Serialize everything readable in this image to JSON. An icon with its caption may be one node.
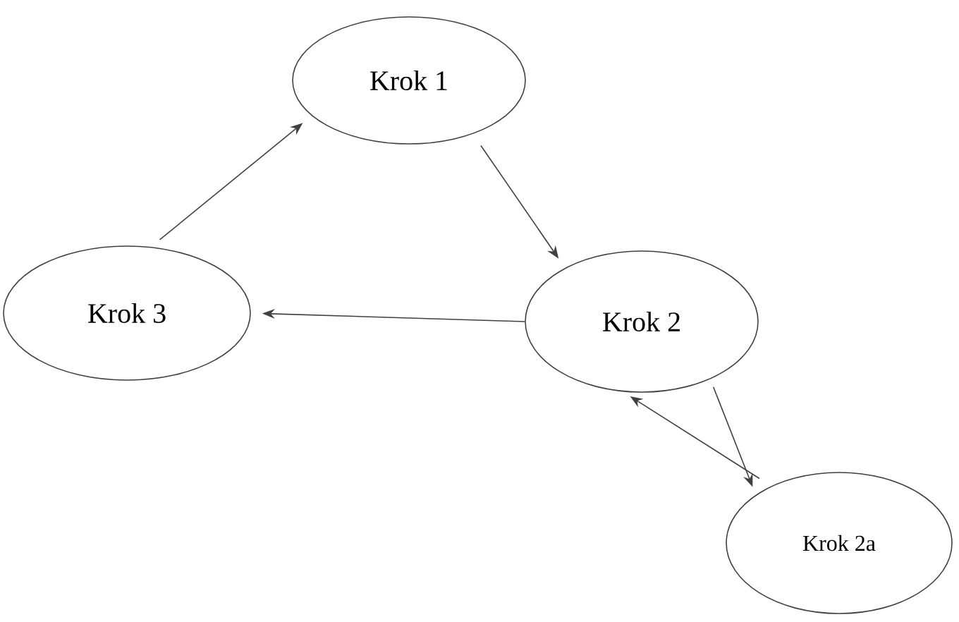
{
  "diagram": {
    "nodes": [
      {
        "text": [
          "Krok 1"
        ]
      },
      {
        "text": [
          "Krok 2"
        ]
      },
      {
        "text": [
          "Krok 3"
        ]
      },
      {
        "text": [
          "Krok 2a"
        ]
      }
    ],
    "edges": [
      {
        "from": 0,
        "to": 1,
        "arrow": "to"
      },
      {
        "from": 1,
        "to": 2,
        "arrow": "to"
      },
      {
        "from": 2,
        "to": 0,
        "arrow": "to"
      },
      {
        "from": 1,
        "to": 3,
        "arrow": "to"
      },
      {
        "from": 3,
        "to": 1,
        "arrow": "to"
      }
    ]
  }
}
